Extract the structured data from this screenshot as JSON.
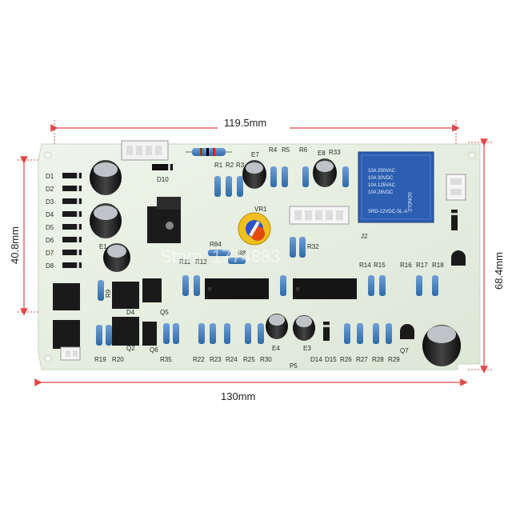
{
  "dimensions": {
    "top_width": "119.5mm",
    "bottom_width": "130mm",
    "left_height": "40.8mm",
    "right_height": "68.4mm"
  },
  "colors": {
    "dimension_line": "#e04848",
    "board": "#e9f0e4",
    "silkscreen": "#1f2a1f",
    "relay": "#2c5fb2"
  },
  "silkscreen": {
    "diodes_left": [
      "D1",
      "D2",
      "D3",
      "D4",
      "D5",
      "D6",
      "D7",
      "D8"
    ],
    "d10": "D10",
    "e7": "E7",
    "e8": "E8",
    "e1": "E1",
    "top_row": [
      "R1",
      "R2",
      "R3"
    ],
    "r4": "R4",
    "r5": "R5",
    "r6": "R6",
    "r33": "R33",
    "vr1": "VR1",
    "r84": "R84",
    "r8": "R8",
    "r11": "R11",
    "r12": "R12",
    "r32": "R32",
    "j2": "J2",
    "r14": "R14",
    "r15": "R15",
    "r16": "R16",
    "r17": "R17",
    "r18": "R18",
    "r9": "R9",
    "d4": "D4",
    "q5": "Q5",
    "q6": "Q6",
    "q2": "Q2",
    "r19": "R19",
    "r20": "R20",
    "r35": "R35",
    "bottom_row": [
      "R22",
      "R23",
      "R24",
      "R25",
      "R30"
    ],
    "e4": "E4",
    "e3": "E3",
    "p5": "P5",
    "bottom_right_row": [
      "D14",
      "D15",
      "R26",
      "R27",
      "R28",
      "R29"
    ],
    "q7": "Q7"
  },
  "relay_text": {
    "brand": "SONGLE",
    "model": "SRD-12VDC-SL-A",
    "line1": "10A 250VAC",
    "line2": "10A 30VDC",
    "line3": "10A 125VAC",
    "line4": "10A 28VDC"
  },
  "watermark": "Store: 1774883"
}
